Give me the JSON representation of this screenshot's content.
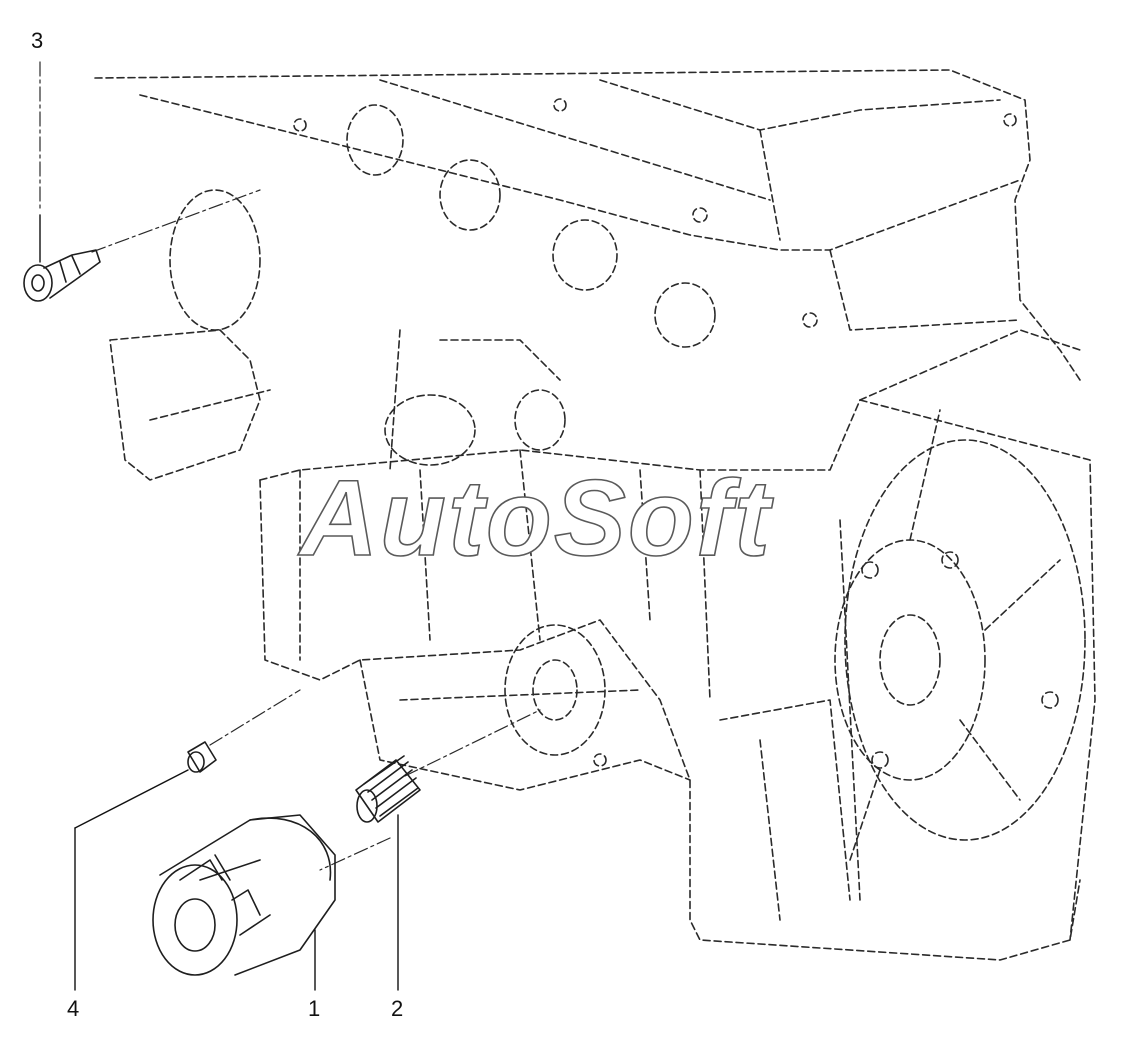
{
  "diagram": {
    "callouts": [
      {
        "id": "1",
        "label": "1",
        "part": "oil-filter"
      },
      {
        "id": "2",
        "label": "2",
        "part": "threaded-union"
      },
      {
        "id": "3",
        "label": "3",
        "part": "oil-pressure-switch"
      },
      {
        "id": "4",
        "label": "4",
        "part": "dowel-sleeve"
      }
    ],
    "watermark": "AutoSoft",
    "line_color": "#2a2a2a"
  }
}
